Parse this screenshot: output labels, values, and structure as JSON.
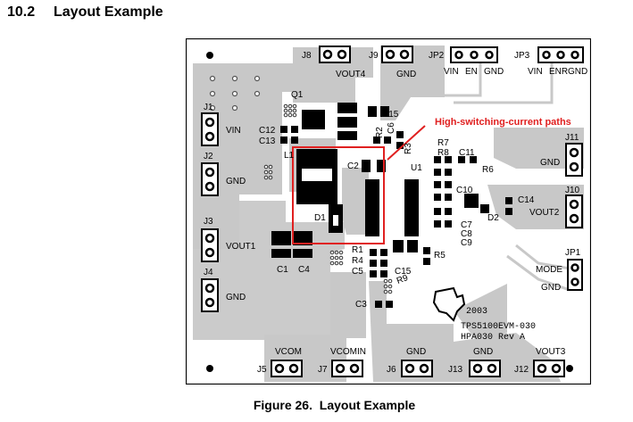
{
  "section": {
    "number": "10.2",
    "title": "Layout Example"
  },
  "figure_caption": {
    "label": "Figure 26.",
    "title": "Layout Example"
  },
  "annotation": "High-switching-current paths",
  "board": {
    "headers": {
      "j8": "J8",
      "vout4": "VOUT4",
      "j9": "J9",
      "gnd_top": "GND",
      "jp2": "JP2",
      "jp2_pins": [
        "VIN",
        "EN",
        "GND"
      ],
      "jp3": "JP3",
      "jp3_pins": [
        "VIN",
        "ENR",
        "GND"
      ],
      "j1": "J1",
      "vin": "VIN",
      "j2": "J2",
      "gnd_j2": "GND",
      "j3": "J3",
      "vout1": "VOUT1",
      "j4": "J4",
      "gnd_j4": "GND",
      "j11": "J11",
      "gnd_j11": "GND",
      "j10": "J10",
      "vout2": "VOUT2",
      "jp1": "JP1",
      "mode": "MODE",
      "gnd_jp1": "GND",
      "j5": "J5",
      "vcom": "VCOM",
      "j7": "J7",
      "vcomin": "VCOMIN",
      "j6": "J6",
      "gnd_b1": "GND",
      "j13": "J13",
      "gnd_b2": "GND",
      "j12": "J12",
      "vout3": "VOUT3"
    },
    "refdes": {
      "q1": "Q1",
      "c15": "C15",
      "c12": "C12",
      "c13": "C13",
      "l1": "L1",
      "r2": "R2",
      "c6": "C6",
      "r3": "R3",
      "c2": "C2",
      "u1": "U1",
      "r7": "R7",
      "r8": "R8",
      "c11": "C11",
      "r6": "R6",
      "c10": "C10",
      "c14": "C14",
      "d1": "D1",
      "c7": "C7",
      "c8": "C8",
      "c9": "C9",
      "d2": "D2",
      "r1": "R1",
      "r4": "R4",
      "c5": "C5",
      "c15b": "C15",
      "r5": "R5",
      "c1": "C1",
      "c4": "C4",
      "r9": "R9",
      "c3": "C3"
    },
    "silkscreen": {
      "year": "2003",
      "board_name": "TPS5100EVM-030",
      "revision": "HPA030 Rev A"
    }
  },
  "colors": {
    "copper": "#c8c8c8",
    "highlight": "#e02020",
    "pad": "#000000",
    "board_bg": "#ffffff"
  }
}
